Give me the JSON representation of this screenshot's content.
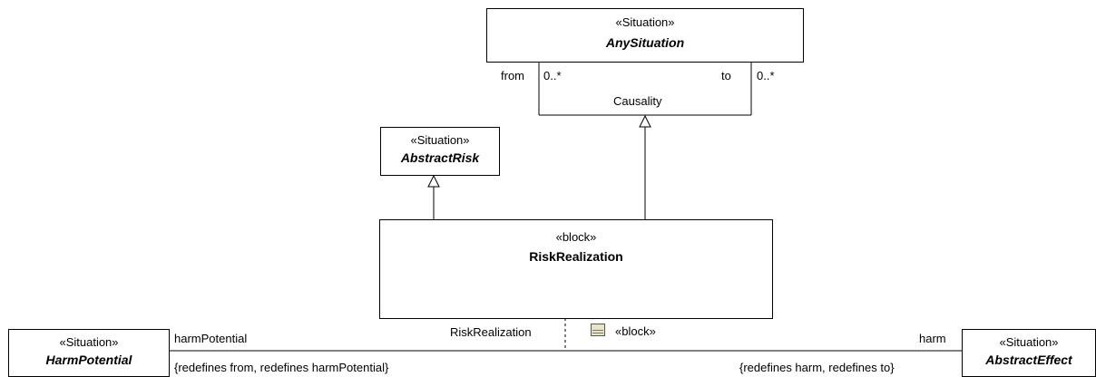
{
  "blocks": {
    "any_situation": {
      "stereotype": "«Situation»",
      "name": "AnySituation"
    },
    "abstract_risk": {
      "stereotype": "«Situation»",
      "name": "AbstractRisk"
    },
    "risk_realization": {
      "stereotype": "«block»",
      "name": "RiskRealization"
    },
    "harm_potential": {
      "stereotype": "«Situation»",
      "name": "HarmPotential"
    },
    "abstract_effect": {
      "stereotype": "«Situation»",
      "name": "AbstractEffect"
    }
  },
  "causality": {
    "name": "Causality",
    "from_role": "from",
    "from_multiplicity": "0..*",
    "to_role": "to",
    "to_multiplicity": "0..*"
  },
  "association": {
    "left_role": "harmPotential",
    "left_constraint": "{redefines from, redefines harmPotential}",
    "right_role": "harm",
    "right_constraint": "{redefines harm, redefines to}",
    "class_label": "RiskRealization",
    "class_stereotype": "«block»"
  }
}
